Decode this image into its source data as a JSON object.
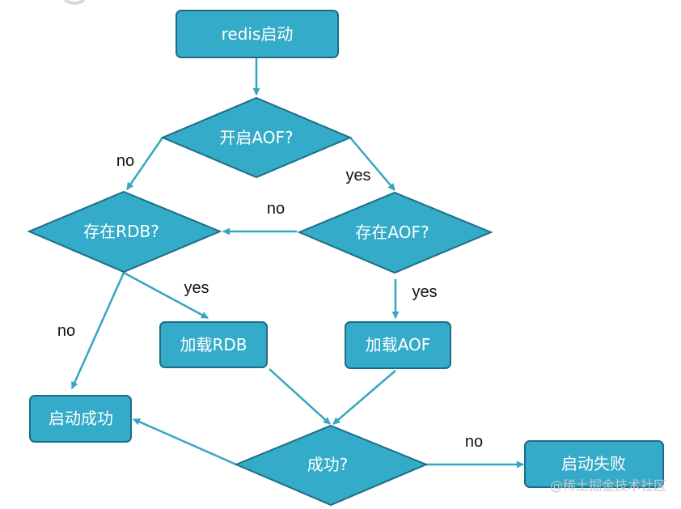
{
  "colors": {
    "fill": "#34ABC8",
    "stroke": "#1C6E86",
    "arrow": "#34A5C2",
    "label": "#111111",
    "node_text": "#ffffff"
  },
  "nodes": {
    "start": "redis启动",
    "aof_enabled": "开启AOF?",
    "rdb_exists": "存在RDB?",
    "aof_exists": "存在AOF?",
    "load_rdb": "加载RDB",
    "load_aof": "加载AOF",
    "start_success": "启动成功",
    "success_check": "成功?",
    "start_failed": "启动失败"
  },
  "edges": {
    "aof_to_rdb_no": "no",
    "aof_to_aofexists_yes": "yes",
    "aofexists_to_rdb_no": "no",
    "rdb_to_load_yes": "yes",
    "rdb_to_success_no": "no",
    "aofexists_to_load_yes": "yes",
    "check_to_failed_no": "no"
  },
  "watermark": "@稀土掘金技术社区"
}
